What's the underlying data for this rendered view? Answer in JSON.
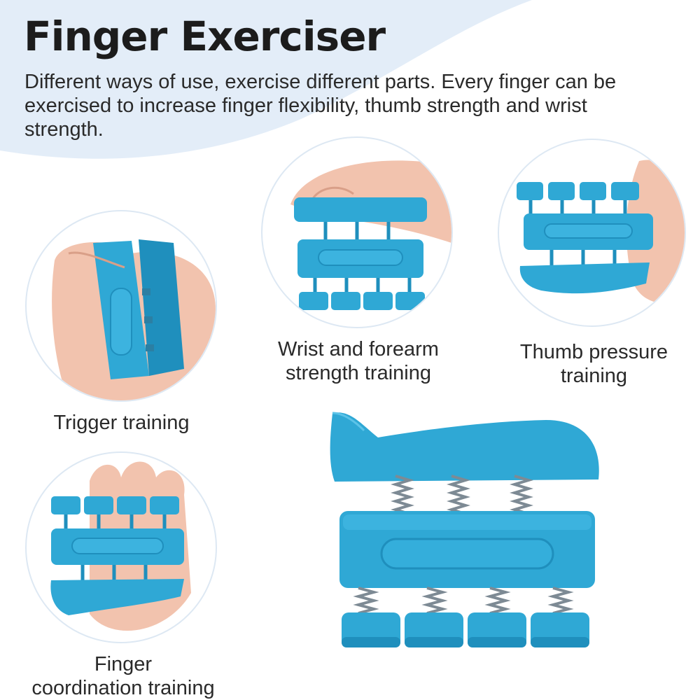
{
  "page": {
    "title": "Finger Exerciser",
    "subtitle": "Different ways of use, exercise different parts. Every finger can be exercised to increase finger flexibility, thumb strength and wrist strength."
  },
  "captions": {
    "wrist": "Wrist and forearm\nstrength training",
    "thumb": "Thumb pressure\ntraining",
    "trigger": "Trigger training",
    "coordination": "Finger\ncoordination training"
  },
  "colors": {
    "product_blue": "#2fa8d5",
    "product_blue_dark": "#1f8fbd",
    "skin": "#f2c3ae",
    "wave": "#e3edf8"
  }
}
